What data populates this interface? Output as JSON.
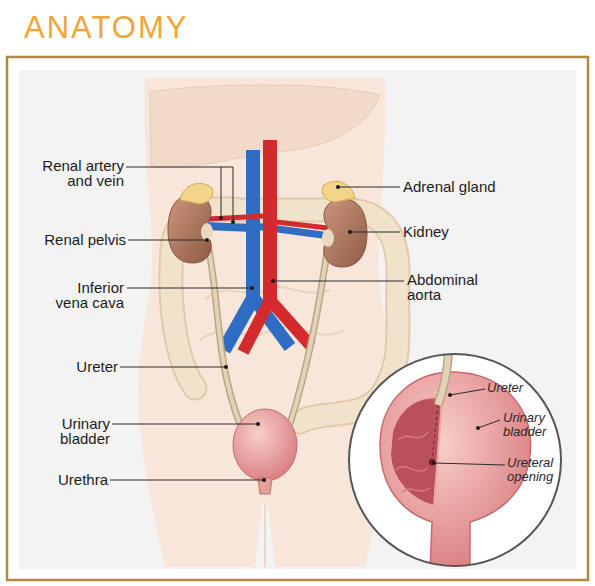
{
  "diagram": {
    "title": "ANATOMY",
    "nodes": [
      {
        "text": [
          "Ureter",
          "Urinary bladder",
          "Ureteral opening"
        ]
      }
    ],
    "labels": [
      "Renal artery and vein",
      "Renal pelvis",
      "Inferior vena cava",
      "Ureter",
      "Urinary bladder",
      "Urethra",
      "Adrenal gland",
      "Kidney",
      "Abdominal aorta"
    ]
  }
}
